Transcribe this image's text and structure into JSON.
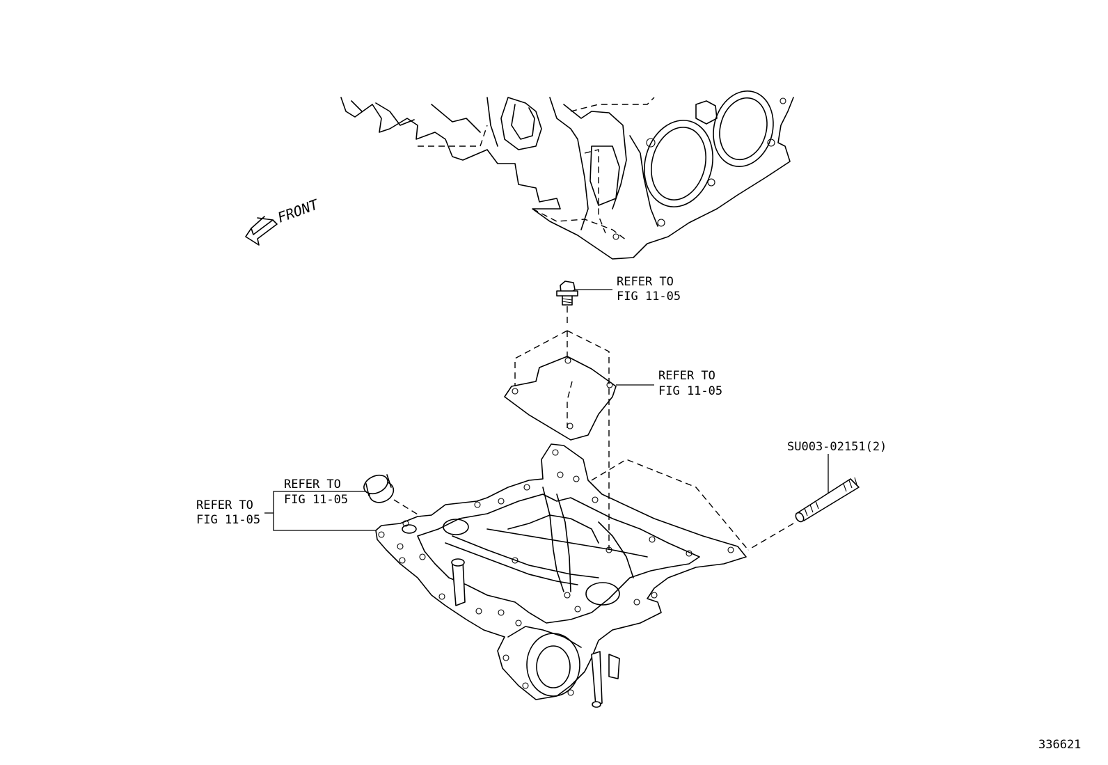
{
  "callouts": {
    "bolt": {
      "line1": "REFER TO",
      "line2": "FIG 11-05"
    },
    "gasket": {
      "line1": "REFER TO",
      "line2": "FIG 11-05"
    },
    "plug": {
      "line1": "REFER TO",
      "line2": "FIG 11-05"
    },
    "oil_pan": {
      "line1": "REFER TO",
      "line2": "FIG 11-05"
    },
    "stud": {
      "label": "SU003-02151(2)"
    }
  },
  "direction": {
    "label": "FRONT",
    "icon": "front-arrow-icon"
  },
  "figure_id": "336621"
}
